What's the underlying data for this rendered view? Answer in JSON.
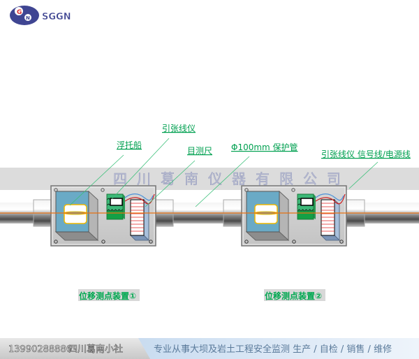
{
  "logo": {
    "brand_text": "SGGN",
    "letters": "GN"
  },
  "watermark": "四川葛南仪器有限公司",
  "labels": {
    "float_boat": "浮托船",
    "tension_wire_instrument": "引张线仪",
    "visual_ruler": "目测尺",
    "protective_pipe": "Φ100mm 保护管",
    "signal_power_cable": "引张线仪 信号线/电源线"
  },
  "captions": {
    "device_1": "位移测点装置①",
    "device_2": "位移测点装置②"
  },
  "footer": {
    "phone": "13990288886",
    "company": "四川葛南小社",
    "slogan": "专业从事大坝及岩土工程安全监测 生产 / 自检 / 销售 / 维修"
  },
  "colors": {
    "label_green": "#00a050",
    "wire_orange": "#e87010",
    "signal_blue": "#4a90d9",
    "power_red": "#d02020",
    "logo_blue": "#3a3f8f"
  }
}
